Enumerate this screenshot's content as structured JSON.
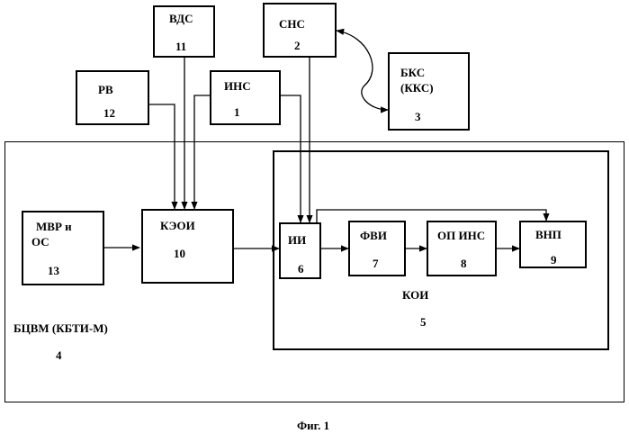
{
  "diagram": {
    "blocks": {
      "vds": {
        "name": "ВДС",
        "num": "11"
      },
      "sns": {
        "name": "СНС",
        "num": "2"
      },
      "bks": {
        "name_line1": "БКС",
        "name_line2": "(ККС)",
        "num": "3"
      },
      "rv": {
        "name": "РВ",
        "num": "12"
      },
      "ins": {
        "name": "ИНС",
        "num": "1"
      },
      "mvr": {
        "name_line1": "МВР  и",
        "name_line2": "ОС",
        "num": "13"
      },
      "keoi": {
        "name": "КЭОИ",
        "num": "10"
      },
      "ii": {
        "name": "ИИ",
        "num": "6"
      },
      "fvi": {
        "name": "ФВИ",
        "num": "7"
      },
      "opins": {
        "name": "ОП ИНС",
        "num": "8"
      },
      "vnp": {
        "name": "ВНП",
        "num": "9"
      }
    },
    "containers": {
      "koi": {
        "name": "КОИ",
        "num": "5"
      },
      "bcvm": {
        "name": "БЦВМ (КБТИ-М)",
        "num": "4"
      }
    },
    "caption": "Фиг. 1"
  }
}
